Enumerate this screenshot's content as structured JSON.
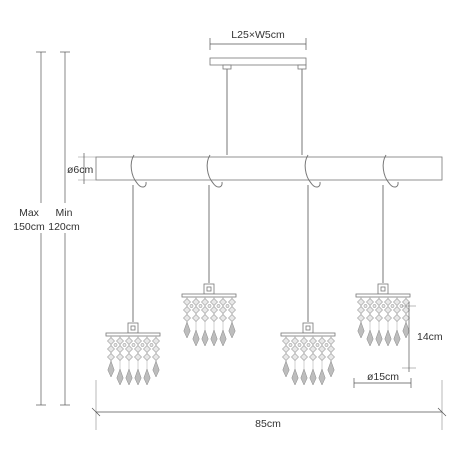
{
  "dimensions": {
    "canopy": "L25×W5cm",
    "beam_diameter": "ø6cm",
    "max_label": "Max",
    "max_value": "150cm",
    "min_label": "Min",
    "min_value": "120cm",
    "shade_height": "14cm",
    "shade_diameter": "ø15cm",
    "total_length": "85cm"
  },
  "colors": {
    "line": "#777777",
    "text": "#333333",
    "crystal": "#bdbdbd"
  }
}
